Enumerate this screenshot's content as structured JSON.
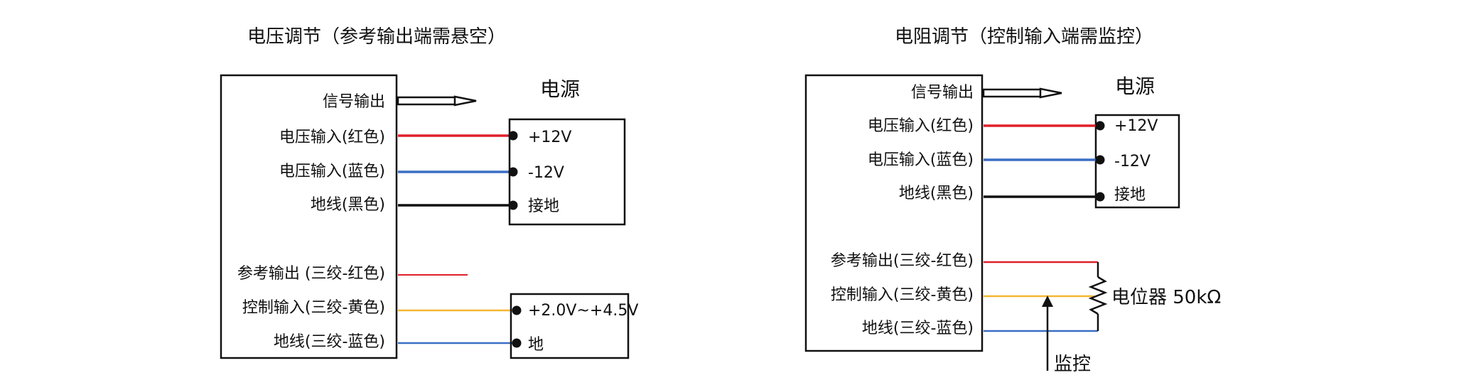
{
  "left": {
    "title": "电压调节（参考输出端需悬空）",
    "signal_output": "信号输出",
    "power_title": "电源",
    "inputs": [
      {
        "label": "电压输入(红色)",
        "color": "#e0202a"
      },
      {
        "label": "电压输入(蓝色)",
        "color": "#3a6fc4"
      },
      {
        "label": "地线(黑色)",
        "color": "#111111"
      }
    ],
    "power_terminals": [
      "+12V",
      "-12V",
      "接地"
    ],
    "ctrl": [
      {
        "label": "参考输出 (三绞-红色)",
        "color": "#e0202a"
      },
      {
        "label": "控制输入(三绞-黄色)",
        "color": "#f5b731"
      },
      {
        "label": "地线(三绞-蓝色)",
        "color": "#3a6fc4"
      }
    ],
    "ctrl_terminals": [
      "+2.0V~+4.5V",
      "地"
    ]
  },
  "right": {
    "title": "电阻调节（控制输入端需监控）",
    "signal_output": "信号输出",
    "power_title": "电源",
    "inputs": [
      {
        "label": "电压输入(红色)",
        "color": "#e0202a"
      },
      {
        "label": "电压输入(蓝色)",
        "color": "#3a6fc4"
      },
      {
        "label": "地线(黑色)",
        "color": "#111111"
      }
    ],
    "power_terminals": [
      "+12V",
      "-12V",
      "接地"
    ],
    "ctrl": [
      {
        "label": "参考输出(三绞-红色)",
        "color": "#e0202a"
      },
      {
        "label": "控制输入(三绞-黄色)",
        "color": "#f5b731"
      },
      {
        "label": "地线(三绞-蓝色)",
        "color": "#3a6fc4"
      }
    ],
    "potentiometer_label": "电位器 50kΩ",
    "monitor_label": "监控"
  }
}
